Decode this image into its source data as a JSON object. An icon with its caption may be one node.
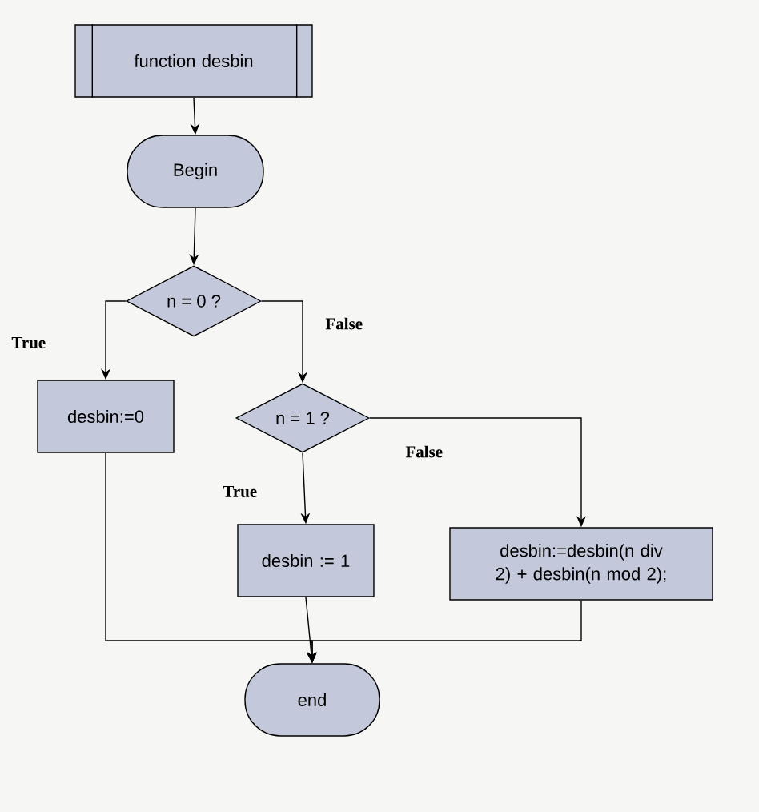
{
  "diagram": {
    "nodes": [
      {
        "text": [
          "function desbin"
        ]
      },
      {
        "text": [
          "Begin"
        ]
      },
      {
        "text": [
          "n = 0 ?"
        ]
      },
      {
        "text": [
          "desbin:=0"
        ]
      },
      {
        "text": [
          "n = 1 ?"
        ]
      },
      {
        "text": [
          "desbin := 1"
        ]
      },
      {
        "text": [
          "desbin:=desbin(n div 2) + desbin(n mod 2);"
        ]
      },
      {
        "text": [
          "end"
        ]
      }
    ],
    "edges": [
      {
        "from": 0,
        "to": 1,
        "arrow": "to"
      },
      {
        "from": 1,
        "to": 2,
        "arrow": "to"
      },
      {
        "from": 2,
        "to": 3,
        "arrow": "to",
        "label": "True"
      },
      {
        "from": 2,
        "to": 4,
        "arrow": "to",
        "label": "False"
      },
      {
        "from": 4,
        "to": 5,
        "arrow": "to",
        "label": "True"
      },
      {
        "from": 4,
        "to": 6,
        "arrow": "to",
        "label": "False"
      },
      {
        "from": 3,
        "to": 7,
        "arrow": "to"
      },
      {
        "from": 5,
        "to": 7,
        "arrow": "to"
      },
      {
        "from": 6,
        "to": 7,
        "arrow": "to"
      }
    ]
  }
}
